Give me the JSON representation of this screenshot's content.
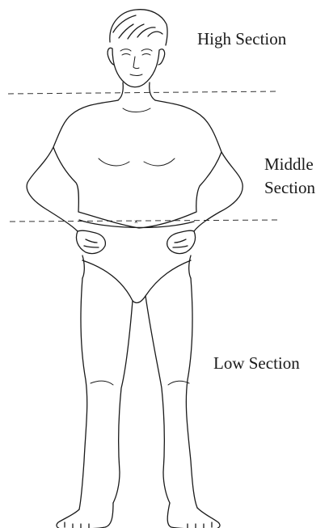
{
  "sections": {
    "high": "High Section",
    "middle_line1": "Middle",
    "middle_line2": "Section",
    "low": "Low Section"
  },
  "colors": {
    "ink": "#1a1a1a",
    "background": "#ffffff"
  },
  "umbilicus_mark": "×"
}
